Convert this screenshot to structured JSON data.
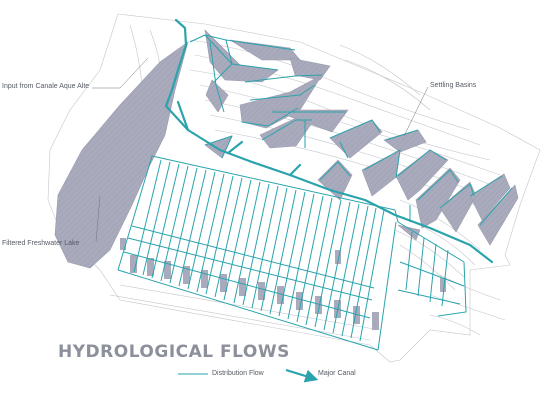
{
  "title": "HYDROLOGICAL FLOWS",
  "annotations": {
    "input": "Input from Canale Aque Alte",
    "basins": "Settling Basins",
    "lake": "Filtered Freshwater Lake"
  },
  "legend": {
    "distribution": "Distribution Flow",
    "major": "Major Canal"
  },
  "colors": {
    "accent": "#2aa3ad",
    "water": "#a9abbd",
    "contour": "#c4c6cc",
    "text": "#555a63",
    "title": "#8c909b"
  }
}
